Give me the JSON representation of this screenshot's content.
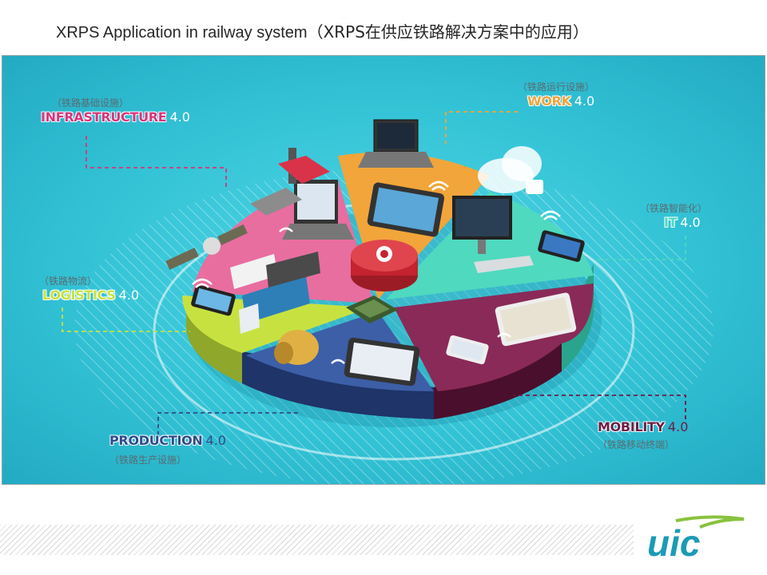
{
  "slide": {
    "title_en": "XRPS Application in railway system",
    "title_cn": "（XRPS在供应铁路解决方案中的应用）"
  },
  "categories": {
    "infrastructure": {
      "cn": "（铁路基础设施）",
      "en": "INFRASTRUCTURE",
      "ver": "4.0",
      "color": "#d9337a"
    },
    "work": {
      "cn": "（铁路运行设施）",
      "en": "WORK",
      "ver": "4.0",
      "color": "#f2a53a"
    },
    "it": {
      "cn": "（铁路智能化）",
      "en": "IT",
      "ver": "4.0",
      "color": "#4fd9bf"
    },
    "logistics": {
      "cn": "（铁路物流）",
      "en": "LOGISTICS",
      "ver": "4.0",
      "color": "#c7e240"
    },
    "production": {
      "cn": "（铁路生产设施）",
      "en": "PRODUCTION",
      "ver": "4.0",
      "color": "#2f4c8a"
    },
    "mobility": {
      "cn": "（铁路移动终端）",
      "en": "MOBILITY",
      "ver": "4.0",
      "color": "#6e1d44"
    }
  },
  "logo": {
    "text": "uic"
  },
  "icons": [
    "laptop-icon",
    "tablet-icon",
    "smartphone-icon",
    "truck-icon",
    "satellite-icon",
    "cloud-lock-icon",
    "motor-icon",
    "chip-icon",
    "monitor-icon",
    "wifi-icon"
  ]
}
